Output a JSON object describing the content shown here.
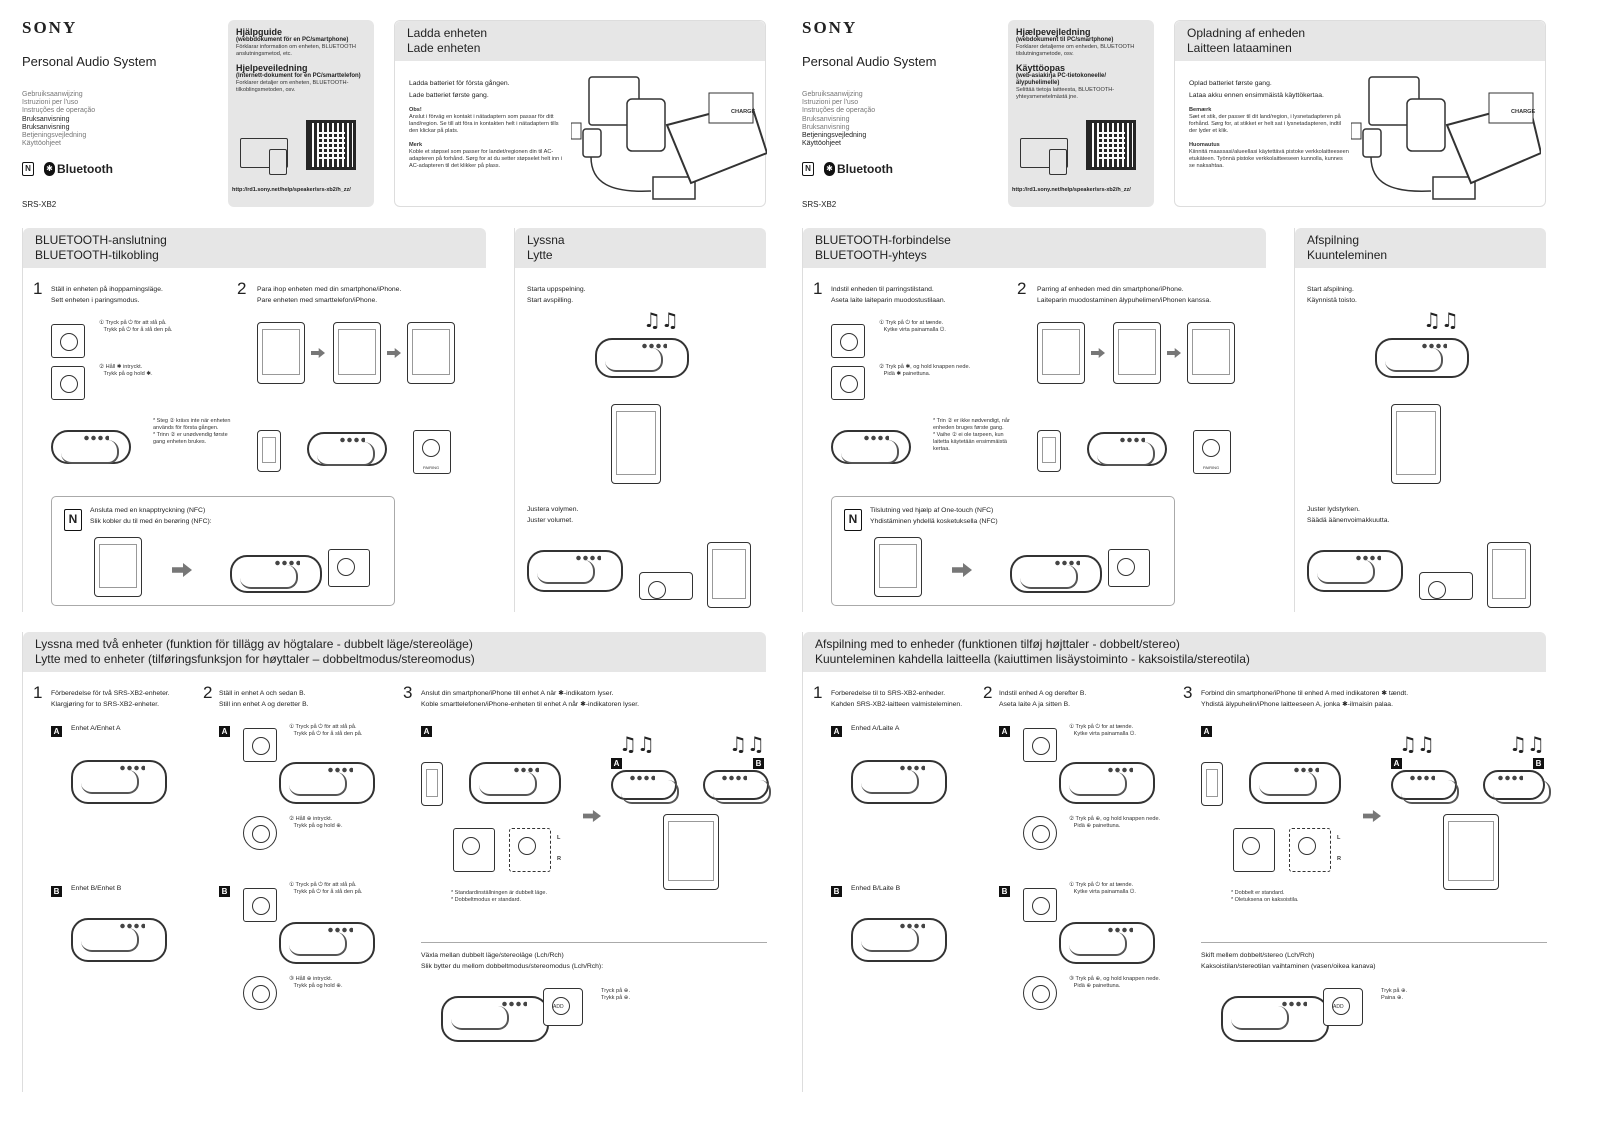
{
  "left": {
    "brand": "SONY",
    "product_title": "Personal Audio System",
    "languages": [
      "Gebruiksaanwijzing",
      "Istruzioni per l'uso",
      "Instruções de operação",
      "Bruksanvisning",
      "Bruksanvisning",
      "Betjeningsvejledning",
      "Käyttöohjeet"
    ],
    "languages_em": [
      false,
      false,
      false,
      true,
      true,
      false,
      false
    ],
    "nfc_logo": "N",
    "bluetooth_logo": "Bluetooth",
    "model": "SRS-XB2",
    "help": {
      "title1": "Hjälpguide",
      "sub1": "(webbdokument för en PC/smartphone)",
      "text1": "Förklarar information om enheten, BLUETOOTH anslutningsmetod, etc.",
      "title2": "Hjelpeveiledning",
      "sub2": "(Internett-dokument for en PC/smarttelefon)",
      "text2": "Forklarer detaljer om enheten, BLUETOOTH-tilkoblingsmetoden, osv.",
      "url": "http://rd1.sony.net/help/speaker/srs-xb2/h_zz/"
    },
    "charge": {
      "title": "Ladda enheten\nLade enheten",
      "line1": "Ladda batteriet för första gången.",
      "line2": "Lade batteriet første gang.",
      "obs_title": "Obs!",
      "obs_text": "Anslut i förväg en kontakt i nätadaptern som passar för ditt land/region. Se till att föra in kontakten helt i nätadaptern tills den klickar på plats.",
      "merk_title": "Merk",
      "merk_text": "Koble et støpsel som passer for landet/regionen din til AC-adapteren på forhånd. Sørg for at du setter støpselet helt inn i AC-adapteren til det klikker på plass.",
      "charge_label": "CHARGE"
    },
    "bt": {
      "title": "BLUETOOTH-anslutning\nBLUETOOTH-tilkobling",
      "step1_num": "1",
      "step1": "Ställ in enheten på ihopparningsläge.\nSett enheten i paringsmodus.",
      "s1a": "① Tryck på ⏻ för att slå på.\n   Trykk på ⏻ for å slå den på.",
      "s1b": "② Håll ✱ intryckt.\n   Trykk på og hold ✱.",
      "s1note": "* Steg ② krävs inte när enheten används för första gången.\n* Trinn ② er unødvendig første gang enheten brukes.",
      "step2_num": "2",
      "step2": "Para ihop enheten med din smartphone/iPhone.\nPare enheten med smarttelefon/iPhone.",
      "pairing_label": "PAIRING",
      "nfc_text": "Ansluta med en knapptryckning (NFC)\nSlik kobler du til med én berøring (NFC):",
      "nfc_icon": "N"
    },
    "listen": {
      "title": "Lyssna\nLytte",
      "start": "Starta uppspelning.\nStart avspilling.",
      "vol": "Justera volymen.\nJuster volumet."
    },
    "two": {
      "title": "Lyssna med två enheter (funktion för tillägg av högtalare - dubbelt läge/stereoläge)\nLytte med to enheter (tilføringsfunksjon for høyttaler – dobbeltmodus/stereomodus)",
      "step1_num": "1",
      "step1": "Förberedelse för två SRS-XB2-enheter.\nKlargjøring for to SRS-XB2-enheter.",
      "unitA": "Enhet A/Enhet A",
      "unitB": "Enhet B/Enhet B",
      "step2_num": "2",
      "step2": "Ställ in enhet A och sedan B.\nStill inn enhet A og deretter B.",
      "a1": "① Tryck på ⏻ för att slå på.\n   Trykk på ⏻ for å slå den på.",
      "a2": "② Håll ⊕ intryckt.\n   Trykk på og hold ⊕.",
      "b1": "① Tryck på ⏻ för att slå på.\n   Trykk på ⏻ for å slå den på.",
      "b3": "③ Håll ⊕ intryckt.\n   Trykk på og hold ⊕.",
      "step3_num": "3",
      "step3": "Anslut din smartphone/iPhone till enhet A när ✱-indikatorn lyser.\nKoble smarttelefonen/iPhone-enheten til enhet A når ✱-indikatoren lyser.",
      "note3": "* Standardinställningen är dubbelt läge.\n* Dobbeltmodus er standard.",
      "switch": "Växla mellan dubbelt läge/stereoläge (Lch/Rch)\nSlik bytter du mellom dobbeltmodus/stereomodus (Lch/Rch):",
      "press": "Tryck på ⊕.\nTrykk på ⊕.",
      "add": "ADD",
      "L": "L",
      "R": "R"
    }
  },
  "right": {
    "brand": "SONY",
    "product_title": "Personal Audio System",
    "languages": [
      "Gebruiksaanwijzing",
      "Istruzioni per l'uso",
      "Instruções de operação",
      "Bruksanvisning",
      "Bruksanvisning",
      "Betjeningsvejledning",
      "Käyttöohjeet"
    ],
    "languages_em": [
      false,
      false,
      false,
      false,
      false,
      true,
      true
    ],
    "nfc_logo": "N",
    "bluetooth_logo": "Bluetooth",
    "model": "SRS-XB2",
    "help": {
      "title1": "Hjælpevejledning",
      "sub1": "(webdokument til PC/smartphone)",
      "text1": "Forklarer detaljerne om enheden, BLUETOOTH tilslutningsmetode, osv.",
      "title2": "Käyttöopas",
      "sub2": "(web-asiakirja PC-tietokoneelle/ älypuhelimelle)",
      "text2": "Selittää tietoja laitteesta, BLUETOOTH-yhteysmenetelmästä jne.",
      "url": "http://rd1.sony.net/help/speaker/srs-xb2/h_zz/"
    },
    "charge": {
      "title": "Opladning af enheden\nLaitteen lataaminen",
      "line1": "Oplad batteriet første gang.",
      "line2": "Lataa akku ennen ensimmäistä käyttökertaa.",
      "obs_title": "Bemærk",
      "obs_text": "Sæt et stik, der passer til dit land/region, i lysnetadapteren på forhånd. Sørg for, at stikket er helt sat i lysnetadapteren, indtil der lyder et klik.",
      "merk_title": "Huomautus",
      "merk_text": "Kiinnitä maassasi/alueellasi käytettävä pistoke verkkolaitteeseen etukäteen. Työnnä pistoke verkkolaitteeseen kunnolla, kunnes se naksahtaa.",
      "charge_label": "CHARGE"
    },
    "bt": {
      "title": "BLUETOOTH-forbindelse\nBLUETOOTH-yhteys",
      "step1_num": "1",
      "step1": "Indstil enheden til parringstilstand.\nAseta laite laiteparin muodostustilaan.",
      "s1a": "① Tryk på ⏻ for at tænde.\n   Kytke virta painamalla ⏻.",
      "s1b": "② Tryk på ✱, og hold knappen nede.\n   Pidä ✱ painettuna.",
      "s1note": "* Trin ② er ikke nødvendigt, når enheden bruges første gang.\n* Vaihe ② ei ole tarpeen, kun laitetta käytetään ensimmäistä kertaa.",
      "step2_num": "2",
      "step2": "Parring af enheden med din smartphone/iPhone.\nLaiteparin muodostaminen älypuhelimen/iPhonen kanssa.",
      "pairing_label": "PAIRING",
      "nfc_text": "Tilslutning ved hjælp af One-touch (NFC)\nYhdistäminen yhdellä kosketuksella (NFC)",
      "nfc_icon": "N"
    },
    "listen": {
      "title": "Afspilning\nKuunteleminen",
      "start": "Start afspilning.\nKäynnistä toisto.",
      "vol": "Juster lydstyrken.\nSäädä äänenvoimakkuutta."
    },
    "two": {
      "title": "Afspilning med to enheder (funktionen tilføj højttaler - dobbelt/stereo)\nKuunteleminen kahdella laitteella (kaiuttimen lisäystoiminto - kaksoistila/stereotila)",
      "step1_num": "1",
      "step1": "Forberedelse til to SRS-XB2-enheder.\nKahden SRS-XB2-laitteen valmisteleminen.",
      "unitA": "Enhed A/Laite A",
      "unitB": "Enhed B/Laite B",
      "step2_num": "2",
      "step2": "Indstil enhed A og derefter B.\nAseta laite A ja sitten B.",
      "a1": "① Tryk på ⏻ for at tænde.\n   Kytke virta painamalla ⏻.",
      "a2": "② Tryk på ⊕, og hold knappen nede.\n   Pidä ⊕ painettuna.",
      "b1": "① Tryk på ⏻ for at tænde.\n   Kytke virta painamalla ⏻.",
      "b3": "③ Tryk på ⊕, og hold knappen nede.\n   Pidä ⊕ painettuna.",
      "step3_num": "3",
      "step3": "Forbind din smartphone/iPhone til enhed A med indikatoren ✱ tændt.\nYhdistä älypuhelin/iPhone laitteeseen A, jonka ✱-ilmaisin palaa.",
      "note3": "* Dobbelt er standard.\n* Oletuksena on kaksoistila.",
      "switch": "Skift mellem dobbelt/stereo (Lch/Rch)\nKaksoistilan/stereotilan vaihtaminen (vasen/oikea kanava)",
      "press": "Tryk på ⊕.\nPaina ⊕.",
      "add": "ADD",
      "L": "L",
      "R": "R"
    }
  }
}
